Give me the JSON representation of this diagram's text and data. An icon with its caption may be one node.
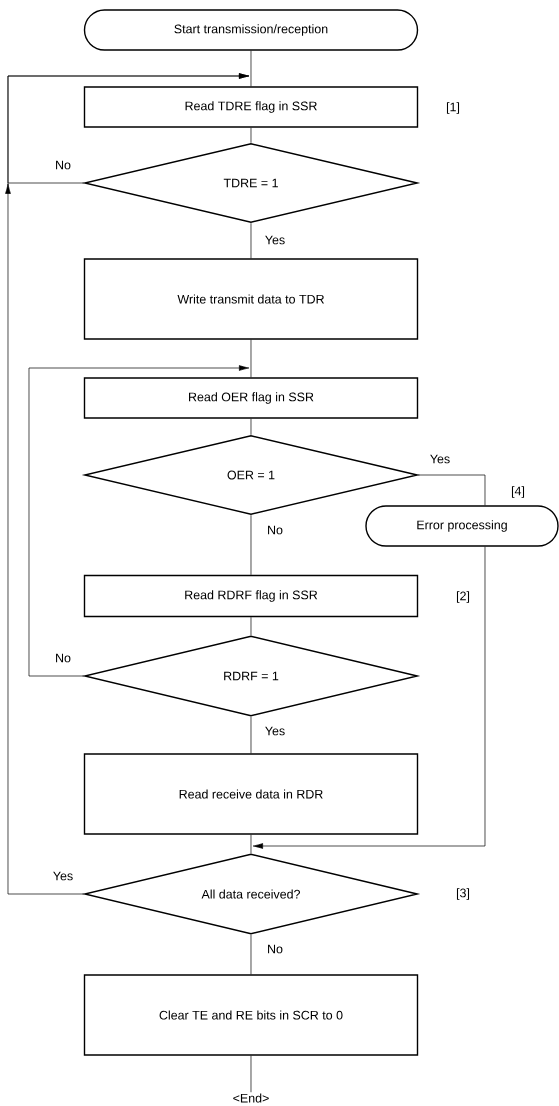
{
  "diagram": {
    "nodes": [
      {
        "text": [
          "Start transmission/reception"
        ]
      },
      {
        "text": [
          "Read TDRE flag in SSR"
        ],
        "beside": [
          "[1]"
        ]
      },
      {
        "text": [
          "TDRE = 1"
        ]
      },
      {
        "text": [
          "Write transmit data to TDR"
        ]
      },
      {
        "text": [
          "Read OER flag in SSR"
        ]
      },
      {
        "text": [
          "OER = 1"
        ]
      },
      {
        "text": [
          "Error processing"
        ],
        "beside": [
          "[4]"
        ]
      },
      {
        "text": [
          "Read RDRF flag in SSR"
        ],
        "beside": [
          "[2]"
        ]
      },
      {
        "text": [
          "RDRF = 1"
        ]
      },
      {
        "text": [
          "Read receive data in RDR"
        ]
      },
      {
        "text": [
          "All data received?"
        ],
        "beside": [
          "[3]"
        ]
      },
      {
        "text": [
          "Clear TE and RE bits in SCR to 0"
        ]
      },
      {
        "text": [
          "<End>"
        ]
      }
    ],
    "edges": [
      {
        "from": 0,
        "to": 1,
        "arrow": "none"
      },
      {
        "from": 1,
        "to": 2,
        "arrow": "none"
      },
      {
        "from": 2,
        "to": 1,
        "arrow": "to",
        "label": "No"
      },
      {
        "from": 2,
        "to": 3,
        "arrow": "none",
        "label": "Yes"
      },
      {
        "from": 3,
        "to": 4,
        "arrow": "none"
      },
      {
        "from": 4,
        "to": 5,
        "arrow": "none"
      },
      {
        "from": 5,
        "to": 6,
        "arrow": "none",
        "label": "Yes"
      },
      {
        "from": 5,
        "to": 7,
        "arrow": "none",
        "label": "No"
      },
      {
        "from": 7,
        "to": 8,
        "arrow": "none"
      },
      {
        "from": 8,
        "to": 4,
        "arrow": "to",
        "label": "No"
      },
      {
        "from": 8,
        "to": 9,
        "arrow": "none",
        "label": "Yes"
      },
      {
        "from": 9,
        "to": 10,
        "arrow": "none"
      },
      {
        "from": 6,
        "to": 10,
        "arrow": "to"
      },
      {
        "from": 10,
        "to": 1,
        "arrow": "to",
        "label": "Yes"
      },
      {
        "from": 10,
        "to": 11,
        "arrow": "none",
        "label": "No"
      },
      {
        "from": 11,
        "to": 12,
        "arrow": "none"
      }
    ]
  }
}
